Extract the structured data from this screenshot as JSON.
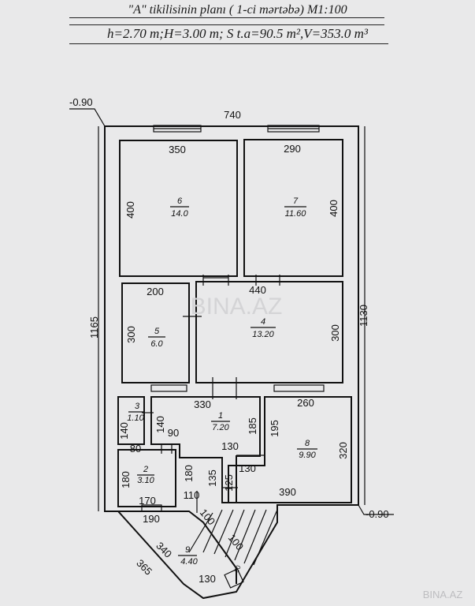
{
  "header": {
    "title": "\"A\" tikilisinin planı ( 1-ci mərtəbə) M1:100",
    "formula": "h=2.70 m;H=3.00 m; S t.a=90.5 m²,V=353.0 m³"
  },
  "levels": {
    "top_left": "-0.90",
    "bottom_right": "-0.90"
  },
  "outer_dims": {
    "top": "740",
    "left": "1165",
    "right": "1130"
  },
  "rooms": [
    {
      "num": "6",
      "area": "14.0",
      "w": "350",
      "h": "400"
    },
    {
      "num": "7",
      "area": "11.60",
      "w": "290",
      "h": "400"
    },
    {
      "num": "5",
      "area": "6.0",
      "w": "200",
      "h": "300"
    },
    {
      "num": "4",
      "area": "13.20",
      "w": "440",
      "h": "300"
    },
    {
      "num": "3",
      "area": "1.10",
      "h": "140"
    },
    {
      "num": "1",
      "area": "7.20",
      "w": "330",
      "h": "185"
    },
    {
      "num": "8",
      "area": "9.90",
      "w": "260",
      "h": "320",
      "side": "195"
    },
    {
      "num": "2",
      "area": "3.10",
      "w": "80",
      "h": "180",
      "bottom": "170"
    },
    {
      "num": "9",
      "area": "4.40",
      "a": "340",
      "b": "365",
      "c": "130"
    }
  ],
  "extra_dims": {
    "d140b": "140",
    "d90": "90",
    "d130a": "130",
    "d130b": "130",
    "d125": "125",
    "d135": "135",
    "d180b": "180",
    "d110": "110",
    "d390": "390",
    "d190": "190",
    "d100a": "100",
    "d100b": "100",
    "d50": "50"
  },
  "watermark": {
    "center": "BINA.AZ",
    "corner": "BINA.AZ"
  }
}
